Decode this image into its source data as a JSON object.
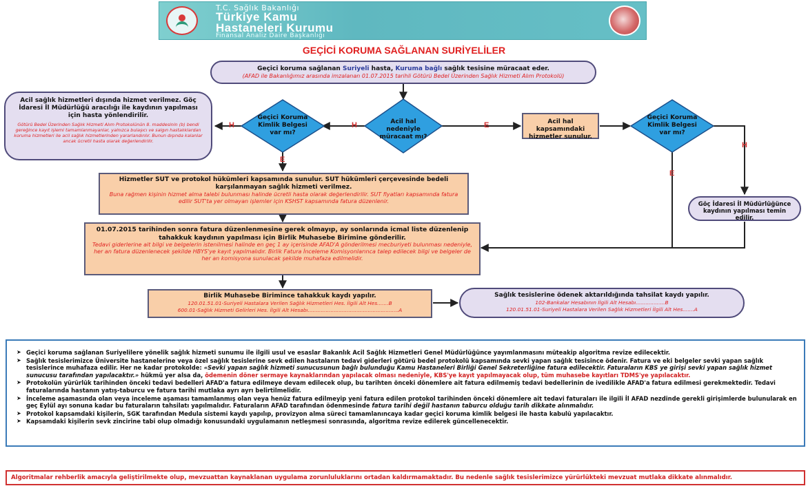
{
  "header": {
    "line1": "T.C. Sağlık Bakanlığı",
    "line2": "Türkiye Kamu",
    "line3": "Hastaneleri Kurumu",
    "line4": "Finansal Analiz Daire Başkanlığı"
  },
  "title": "GEÇİCİ KORUMA SAĞLANAN SURİYELİLER",
  "start": {
    "text_a": "Geçici koruma sağlanan ",
    "text_b": "Suriyeli",
    "text_c": " hasta, ",
    "text_d": "Kuruma bağlı",
    "text_e": " sağlık tesisine müracaat eder.",
    "sub": "(AFAD ile Bakanlığımız arasında imzalanan 01.07.2015 tarihli Götürü Bedel Üzerinden Sağlık Hizmeti Alım Protokolü)"
  },
  "decisions": {
    "emergency": "Acil hal nedeniyle müracaat mı?",
    "id_left": "Geçici Koruma Kimlik Belgesi var mı?",
    "id_right": "Geçici Koruma Kimlik Belgesi var mı?"
  },
  "labels": {
    "h1": "H",
    "h2": "H",
    "e1": "E",
    "e2": "E",
    "h3": "H",
    "e3": "E"
  },
  "left_note": {
    "title": "Acil sağlık hizmetleri dışında hizmet verilmez. Göç İdaresi İl Müdürlüğü aracılığı ile kaydının yapılması için hasta yönlendirilir.",
    "sub": "Götürü Bedel Üzerinden Sağlık Hizmeti Alım Protokolünün 8. maddesinin (b) bendi gereğince kayıt işlemi tamamlanmayanlar, yalnızca bulaşıcı ve salgın hastalıklardan koruma hizmetleri ile acil sağlık hizmetlerinden yararlandırılır. Bunun dışında kalanlar ancak ücretli hasta olarak değerlendirilir."
  },
  "emergency_box": "Acil hal kapsamındaki hizmetler sunulur.",
  "goc_box": "Göç İdaresi İl Müdürlüğünce kaydının yapılması temin edilir.",
  "sut_box": {
    "title": "Hizmetler SUT ve protokol hükümleri kapsamında sunulur. SUT hükümleri çerçevesinde bedeli karşılanmayan sağlık hizmeti verilmez.",
    "sub": "Buna rağmen kişinin hizmet alma talebi bulunması halinde ücretli hasta olarak değerlendirilir. SUT fiyatları kapsamında fatura edilir SUT'ta yer olmayan işlemler için KSHST kapsamında fatura düzenlenir."
  },
  "invoice_box": {
    "title": "01.07.2015 tarihinden sonra  fatura düzenlenmesine gerek olmayıp, ay sonlarında icmal liste düzenlenip tahakkuk kaydının yapılması için Birlik Muhasebe  Birimine  gönderilir.",
    "sub": "Tedavi giderlerine ait bilgi ve belgelerin istenilmesi halinde en geç 1 ay içerisinde AFAD'A gönderilmesi mecburiyeti bulunması nedeniyle, her an fatura düzenlenecek şekilde HBYS'ye kayıt yapılmalıdır. Birlik Fatura İnceleme Komisyonlarınca talep edilecek  bilgi ve belgeler de her an komisyona sunulacak şekilde muhafaza edilmelidir."
  },
  "accrual_box": {
    "title": "Birlik Muhasebe Birimince tahakkuk kaydı yapılır.",
    "line1": "120.01.51.01-Suriyeli Hastalara Verilen Sağlık Hizmetleri Hes. İlgili Alt Hes.......B",
    "line2": "600.01-Sağlık Hizmeti Gelirleri Hes. İlgili Alt Hesabı........................................................A"
  },
  "collection_box": {
    "title": "Sağlık tesislerine ödenek aktarıldığında tahsilat kaydı yapılır.",
    "line1": "102-Bankalar Hesabının İlgili Alt Hesabı..................B",
    "line2": "120.01.51.01-Suriyeli Hastalara Verilen Sağlık Hizmetleri İlgili Alt Hes.......A"
  },
  "notes": [
    {
      "parts": [
        {
          "t": "Geçici koruma sağlanan Suriyelilere yönelik sağlık hizmeti sunumu ile ilgili usul ve esaslar Bakanlık Acil Sağlık Hizmetleri Genel Müdürlüğünce  yayımlanmasını müteakip algoritma revize edilecektir.",
          "s": ""
        }
      ]
    },
    {
      "parts": [
        {
          "t": "Sağlık tesislerimizce Üniversite hastanelerine veya özel sağlık tesislerine sevk edilen hastaların tedavi giderleri götürü bedel protokolü kapsamında sevki yapan sağlık tesisince ödenir. Fatura ve eki belgeler sevki yapan sağlık tesislerince muhafaza edilir. Her ne kadar protokolde: ",
          "s": ""
        },
        {
          "t": "«Sevki yapan sağlık hizmeti sunucusunun bağlı bulunduğu Kamu Hastaneleri Birliği Genel Sekreterliğine fatura edilecektir. Faturaların KBS ye girişi sevki yapan sağlık hizmet sunucusu tarafından yapılacaktır.»",
          "s": "bi"
        },
        {
          "t": " hükmü yer alsa da, ",
          "s": ""
        },
        {
          "t": "ödemenin döner sermaye kaynaklarından yapılacak olması nedeniyle, KBS'ye kayıt yapılmayacak olup, tüm muhasebe kayıtları TDMS'ye yapılacaktır.",
          "s": "r"
        }
      ]
    },
    {
      "parts": [
        {
          "t": "Protokolün yürürlük tarihinden önceki tedavi bedelleri AFAD'a fatura edilmeye devam edilecek olup, bu tarihten önceki dönemlere  ait fatura edilmemiş tedavi bedellerinin de ivedilikle AFAD'a fatura edilmesi gerekmektedir. Tedavi faturalarında hastanın yatış-",
          "s": ""
        },
        {
          "t": "taburcu",
          "s": ""
        },
        {
          "t": " ve fatura tarihi mutlaka ayrı ayrı belirtilmelidir.",
          "s": ""
        }
      ]
    },
    {
      "parts": [
        {
          "t": "İnceleme aşamasında olan veya inceleme aşaması tamamlanmış olan veya henüz fatura edilmeyip yeni fatura edilen protokol tarihinden önceki dönemlere ait tedavi faturaları ile ilgili İl AFAD nezdinde gerekli girişimlerde bulunularak en geç Eylül ayı sonuna kadar bu faturaların tahsilatı yapılmalıdır. Faturaların AFAD tarafından ödenmesinde ",
          "s": ""
        },
        {
          "t": "fatura tarihi değil hastanın taburcu olduğu tarih dikkate alınmalıdır.",
          "s": "bi"
        }
      ]
    },
    {
      "parts": [
        {
          "t": "Protokol kapsamdaki kişilerin, SGK tarafından Medula sistemi kaydı yapılıp, provizyon alma süreci tamamlanıncaya kadar geçici koruma kimlik belgesi ile hasta kabulü yapılacaktır.",
          "s": ""
        }
      ]
    },
    {
      "parts": [
        {
          "t": "Kapsamdaki kişilerin sevk zincirine tabi olup olmadığı konusundaki uygulamanın netleşmesi sonrasında, algoritma revize edilerek güncellenecektir.",
          "s": ""
        }
      ]
    }
  ],
  "footer": "Algoritmalar rehberlik amacıyla geliştirilmekte olup, mevzuattan kaynaklanan uygulama zorunluluklarını ortadan kaldırmamaktadır. Bu nedenle sağlık tesislerimizce yürürlükteki mevzuat mutlaka dikkate alınmalıdır.",
  "colors": {
    "process_fill": "#f9cfa9",
    "terminal_fill": "#e4def0",
    "decision_fill": "#2f9fe0",
    "arrow": "#222222",
    "accent_red": "#e02020"
  }
}
